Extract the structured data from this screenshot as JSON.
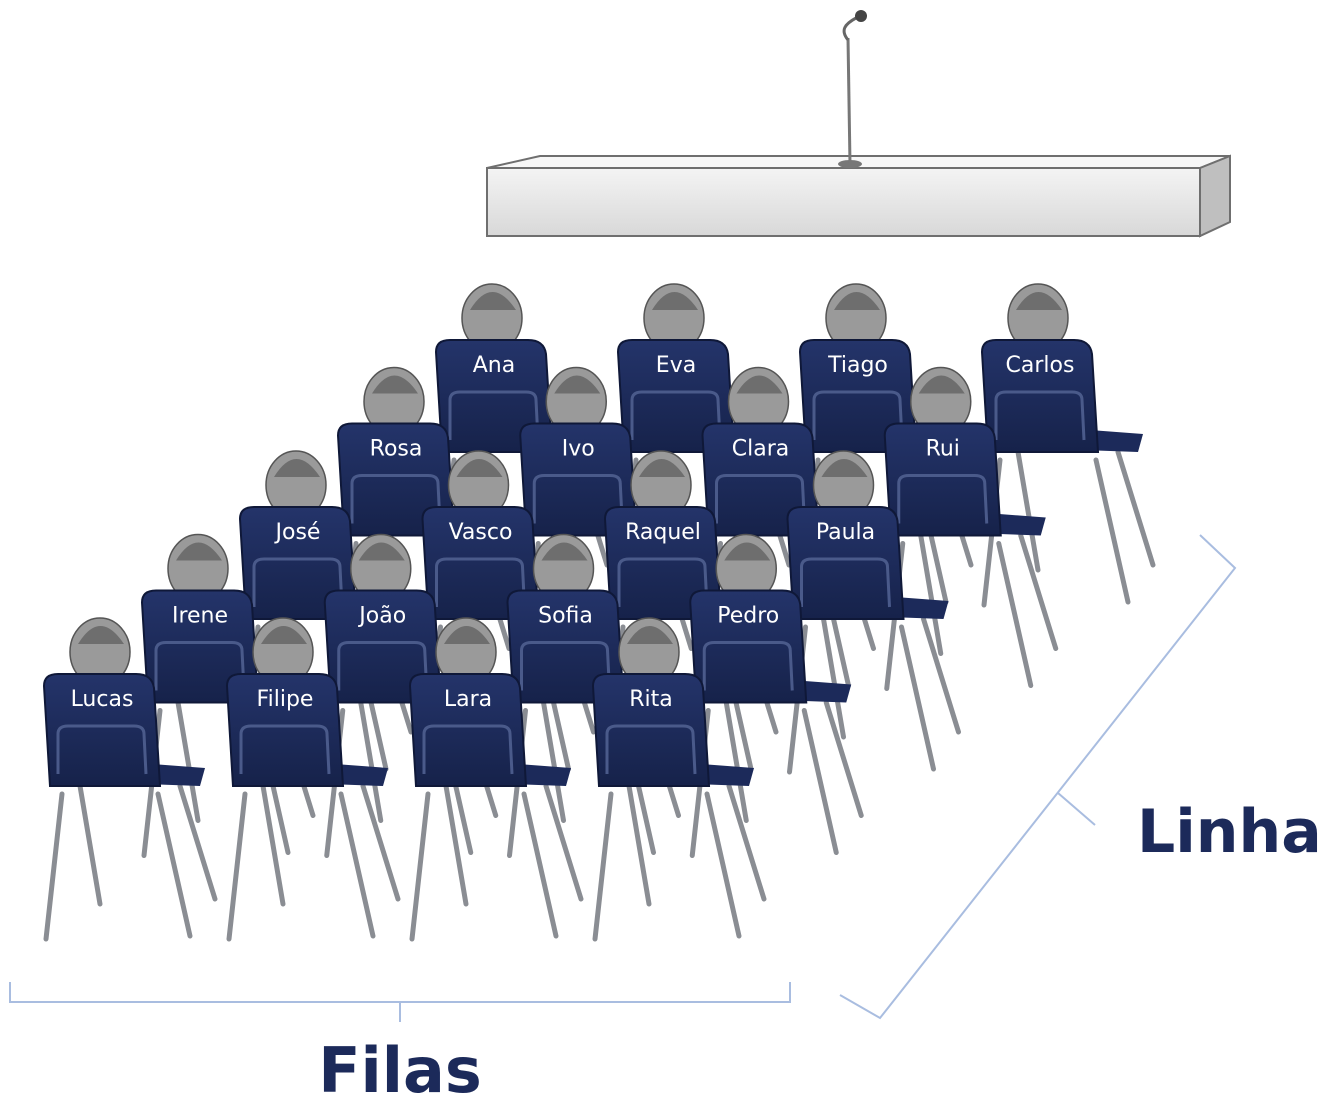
{
  "colors": {
    "chair_seat": "#1c2a5a",
    "chair_legs": "#8a8d93",
    "bracket": "#a9bde0",
    "label_text": "#1c2a5a",
    "stage": "#e6e6e6"
  },
  "icons": [
    "stage-icon",
    "microphone-icon",
    "chair-icon",
    "person-icon"
  ],
  "seating_rows": [
    [
      "Ana",
      "Eva",
      "Tiago",
      "Carlos"
    ],
    [
      "Rosa",
      "Ivo",
      "Clara",
      "Rui"
    ],
    [
      "José",
      "Vasco",
      "Raquel",
      "Paula"
    ],
    [
      "Irene",
      "João",
      "Sofia",
      "Pedro"
    ],
    [
      "Lucas",
      "Filipe",
      "Lara",
      "Rita"
    ]
  ],
  "labels": {
    "columns": "Filas",
    "rows": "Linha"
  }
}
